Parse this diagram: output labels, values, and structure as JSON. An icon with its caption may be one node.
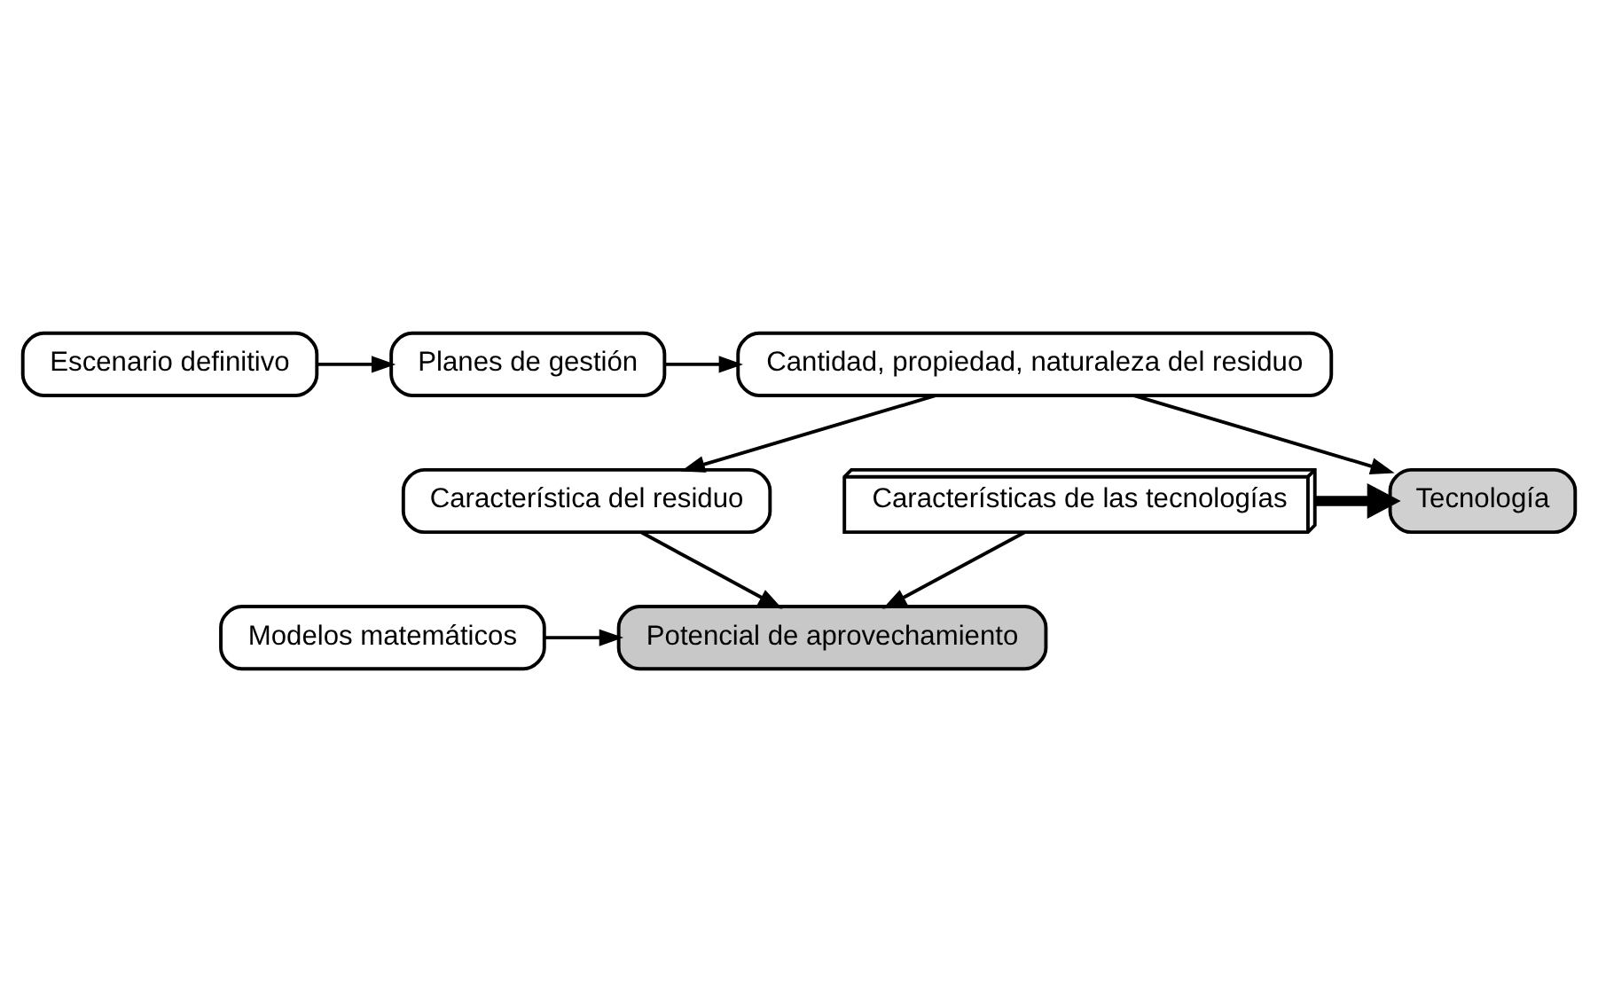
{
  "diagram": {
    "nodes": [
      {
        "text": [
          "Escenario definitivo"
        ]
      },
      {
        "text": [
          "Planes de gestión"
        ]
      },
      {
        "text": [
          "Cantidad, propiedad, naturaleza del residuo"
        ]
      },
      {
        "text": [
          "Características de las tecnologías"
        ]
      },
      {
        "text": [
          "Tecnología"
        ]
      },
      {
        "text": [
          "Característica del residuo"
        ]
      },
      {
        "text": [
          "Modelos matemáticos"
        ]
      },
      {
        "text": [
          "Potencial de aprovechamiento"
        ]
      }
    ],
    "edges": [
      {
        "from": 0,
        "to": 1,
        "arrow": "to"
      },
      {
        "from": 1,
        "to": 2,
        "arrow": "to"
      },
      {
        "from": 2,
        "to": 5,
        "arrow": "to"
      },
      {
        "from": 2,
        "to": 4,
        "arrow": "to"
      },
      {
        "from": 3,
        "to": 4,
        "arrow": "to",
        "style": "thick"
      },
      {
        "from": 3,
        "to": 7,
        "arrow": "to"
      },
      {
        "from": 5,
        "to": 7,
        "arrow": "to"
      },
      {
        "from": 6,
        "to": 7,
        "arrow": "to"
      }
    ]
  }
}
